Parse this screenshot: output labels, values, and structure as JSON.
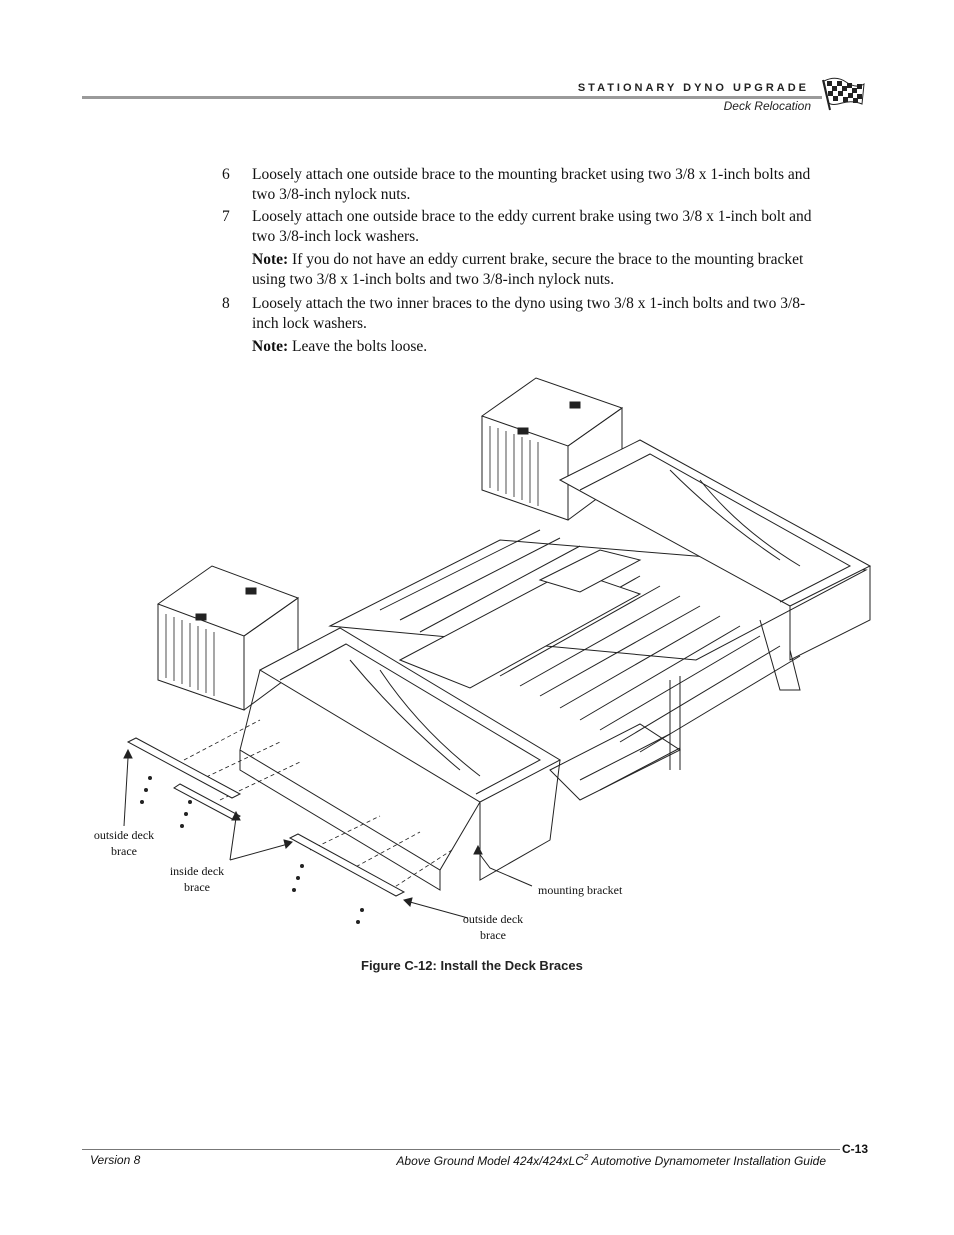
{
  "header": {
    "title": "STATIONARY DYNO UPGRADE",
    "subtitle": "Deck Relocation"
  },
  "steps": [
    {
      "num": "6",
      "text": "Loosely attach one outside brace to the mounting bracket using two 3/8 x 1-inch bolts and two 3/8-inch nylock nuts."
    },
    {
      "num": "7",
      "text": "Loosely attach one outside brace to the eddy current brake using two 3/8 x 1-inch bolt and two 3/8-inch lock washers."
    },
    {
      "note_label": "Note:",
      "note_text": " If you do not have an eddy current brake, secure the brace to the mounting bracket using two 3/8 x 1-inch bolts and two 3/8-inch nylock nuts."
    },
    {
      "num": "8",
      "text": "Loosely attach the two inner braces to the dyno using two 3/8 x 1-inch bolts and two 3/8-inch lock washers."
    },
    {
      "note_label": "Note:",
      "note_text": " Leave the bolts loose."
    }
  ],
  "figure": {
    "labels": {
      "outside_left": [
        "outside deck",
        "brace"
      ],
      "inside": [
        "inside deck",
        "brace"
      ],
      "mounting": "mounting bracket",
      "outside_bottom": [
        "outside deck",
        "brace"
      ]
    },
    "caption": "Figure C-12: Install the Deck Braces"
  },
  "footer": {
    "version": "Version 8",
    "guide_prefix": "Above Ground Model 424x/424xLC",
    "guide_sup": "2",
    "guide_suffix": " Automotive Dynamometer Installation Guide",
    "page": "C-13"
  }
}
